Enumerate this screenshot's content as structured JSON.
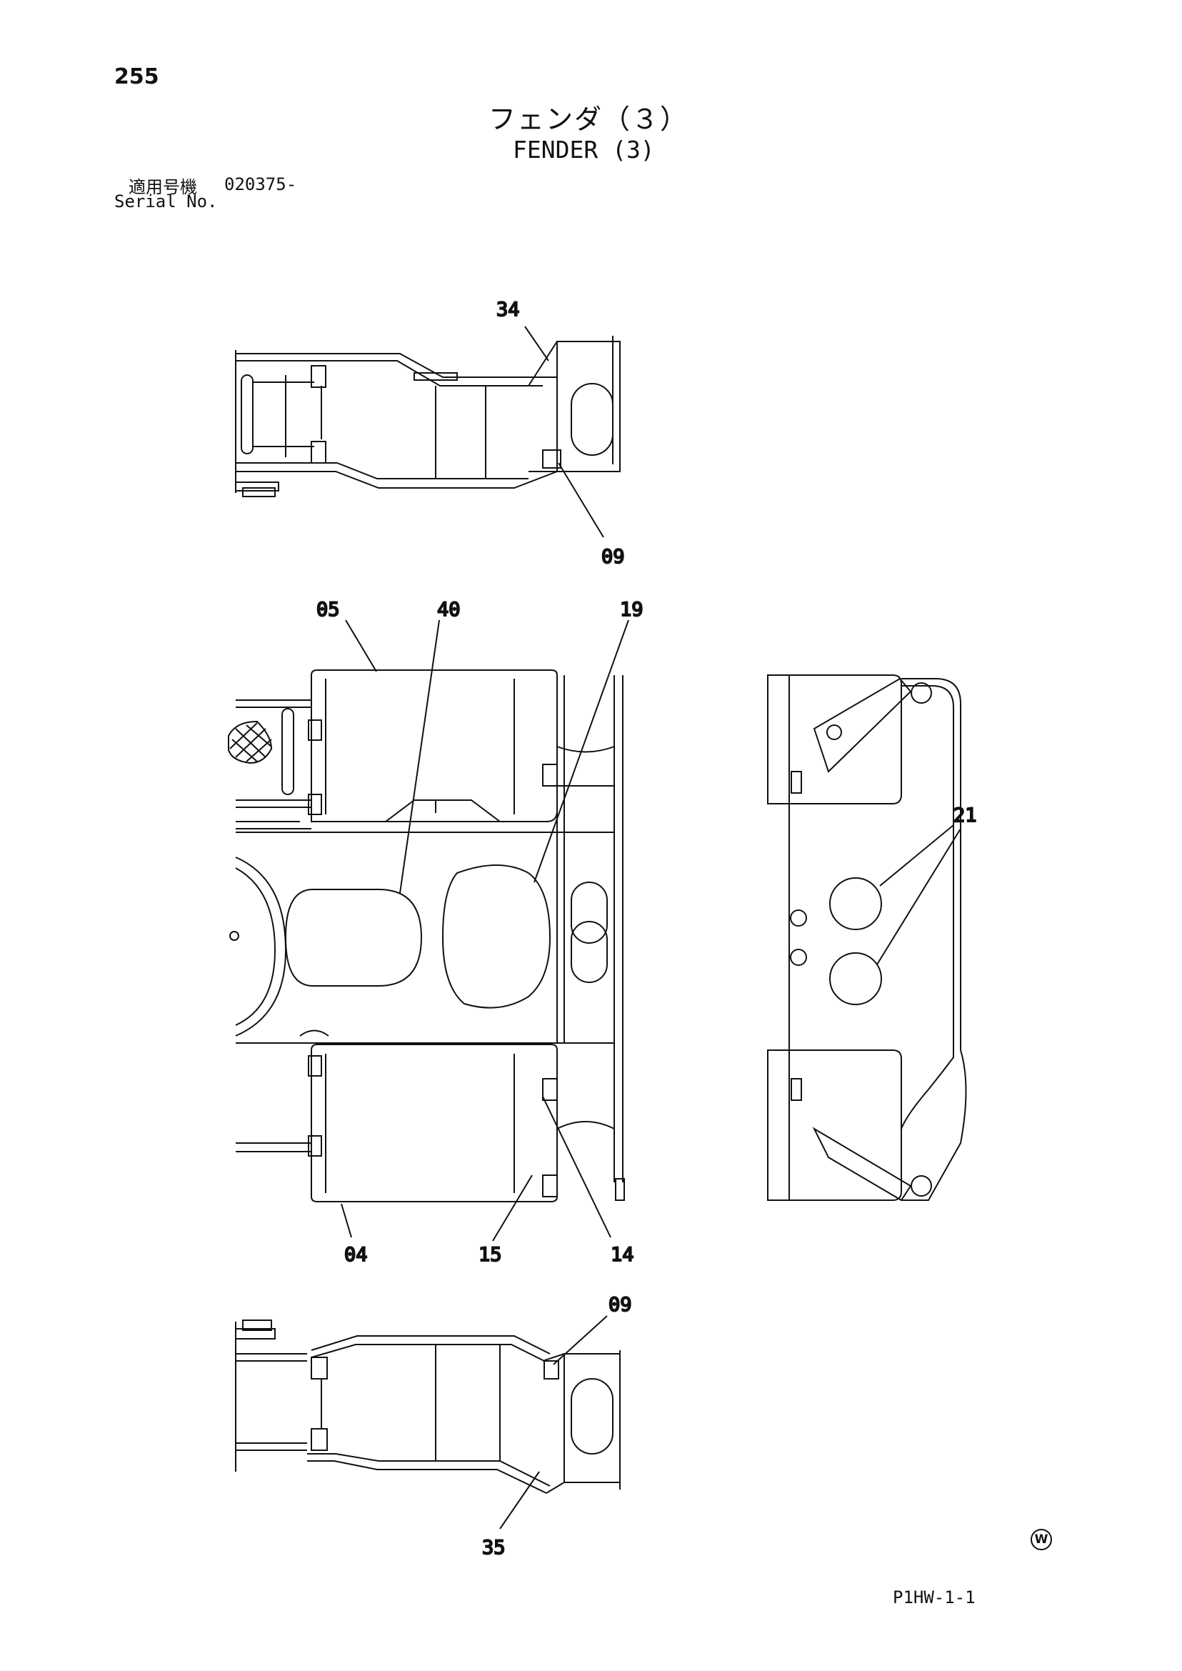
{
  "page": {
    "number": "255",
    "title_ja": "フェンダ（３）",
    "title_en": "FENDER (3)",
    "serial_label_ja": "適用号機",
    "serial_value": "020375-",
    "serial_label_en": "Serial No.",
    "drawing_code": "P1HW-1-1",
    "maker_mark": "W"
  },
  "callouts": {
    "top_34": "34",
    "top_09": "09",
    "mid_05": "05",
    "mid_40": "40",
    "mid_19": "19",
    "mid_04": "04",
    "mid_15": "15",
    "mid_14": "14",
    "right_21": "21",
    "bot_09": "09",
    "bot_35": "35"
  }
}
